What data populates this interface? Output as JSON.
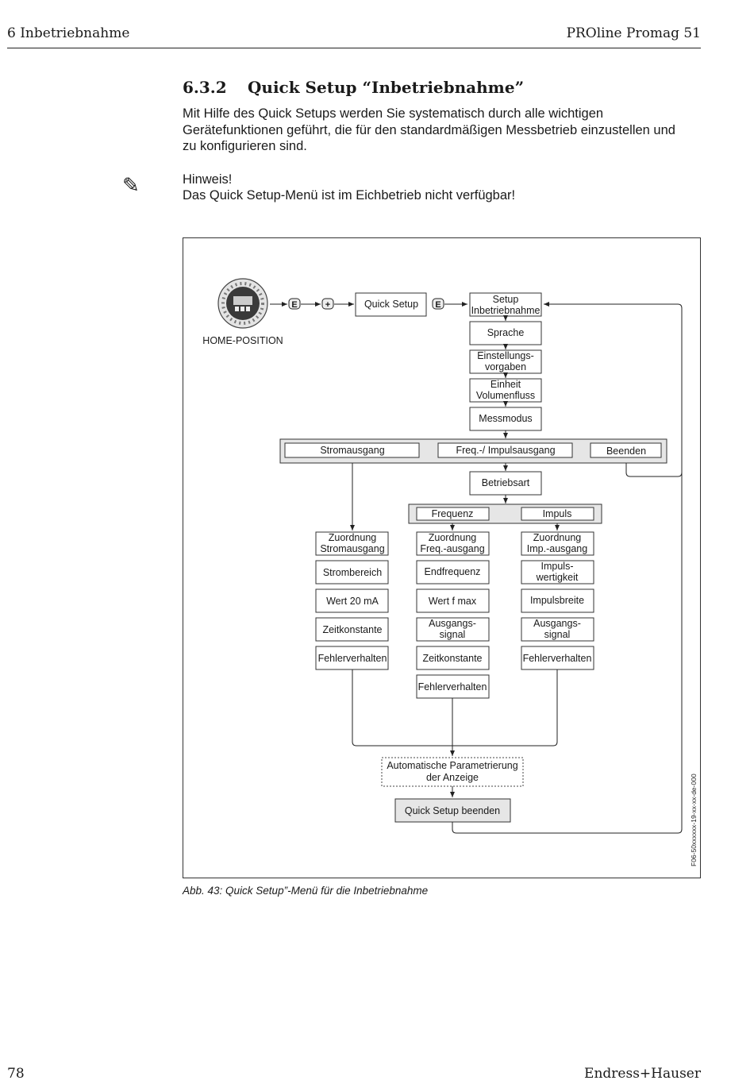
{
  "header": {
    "chapter": "6 Inbetriebnahme",
    "product": "PROline Promag 51"
  },
  "section": {
    "number": "6.3.2",
    "title": "Quick Setup “Inbetriebnahme”"
  },
  "intro": "Mit Hilfe des Quick Setups werden Sie systematisch durch alle wichtigen Gerätefunktionen geführt, die für den standardmäßigen Messbetrieb einzustellen und zu konfigurieren sind.",
  "note": {
    "icon": "pencil-icon",
    "heading": "Hinweis!",
    "text": "Das Quick Setup-Menü ist im Eichbetrieb nicht verfügbar!"
  },
  "diagram": {
    "home_label": "HOME-POSITION",
    "key_e": "E",
    "key_plus": "+",
    "quick_setup": "Quick Setup",
    "setup_line1": "Setup",
    "setup_line2": "Inbetriebnahme",
    "sprache": "Sprache",
    "einst_line1": "Einstellungs-",
    "einst_line2": "vorgaben",
    "einheit_line1": "Einheit",
    "einheit_line2": "Volumenfluss",
    "messmodus": "Messmodus",
    "stromausgang": "Stromausgang",
    "freq_impuls": "Freq.-/ Impulsausgang",
    "beenden": "Beenden",
    "betriebsart": "Betriebsart",
    "frequenz": "Frequenz",
    "impuls": "Impuls",
    "zs_line1": "Zuordnung",
    "zs_line2": "Stromausgang",
    "zf_line1": "Zuordnung",
    "zf_line2": "Freq.-ausgang",
    "zi_line1": "Zuordnung",
    "zi_line2": "Imp.-ausgang",
    "strombereich": "Strombereich",
    "endfrequenz": "Endfrequenz",
    "iw_line1": "Impuls-",
    "iw_line2": "wertigkeit",
    "wert20": "Wert 20 mA",
    "wertfmax": "Wert f max",
    "impulsbreite": "Impulsbreite",
    "zeitkonstante": "Zeitkonstante",
    "as_line1": "Ausgangs-",
    "as_line2": "signal",
    "fehlerverhalten": "Fehlerverhalten",
    "auto_line1": "Automatische Parametrierung",
    "auto_line2": "der Anzeige",
    "qs_beenden": "Quick Setup beenden",
    "fig_code": "F06-50xxxxxx-19-xx-xx-de-000"
  },
  "caption": "Abb. 43:   Quick Setup”-Menü für die Inbetriebnahme",
  "footer": {
    "page": "78",
    "brand": "Endress+Hauser"
  }
}
